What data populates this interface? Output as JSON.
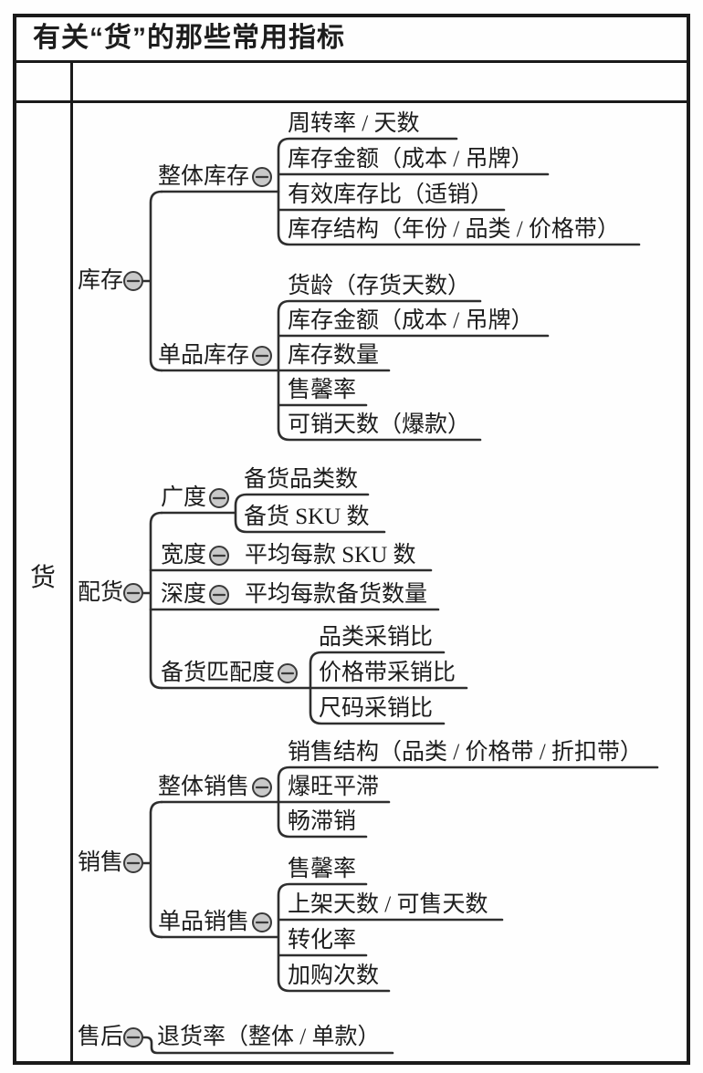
{
  "header": {
    "title": "有关“货”的那些常用指标"
  },
  "root_label": "货",
  "icon": {
    "collapse_glyph": "⊖"
  },
  "colors": {
    "frame": "#1a1a1a",
    "line": "#2e2e2e",
    "text": "#1c1c1c",
    "icon_fill": "#c9c9c9",
    "background": "#ffffff"
  },
  "branches": [
    {
      "label": "库存",
      "groups": [
        {
          "label": "整体库存",
          "items": [
            "周转率 / 天数",
            "库存金额（成本 / 吊牌）",
            "有效库存比（适销）",
            "库存结构（年份 / 品类 / 价格带）"
          ]
        },
        {
          "label": "单品库存",
          "items": [
            "货龄（存货天数）",
            "库存金额（成本 / 吊牌）",
            "库存数量",
            "售馨率",
            "可销天数（爆款）"
          ]
        }
      ]
    },
    {
      "label": "配货",
      "groups": [
        {
          "label": "广度",
          "items": [
            "备货品类数",
            "备货 SKU 数"
          ]
        },
        {
          "label": "宽度",
          "items": [
            "平均每款 SKU 数"
          ]
        },
        {
          "label": "深度",
          "items": [
            "平均每款备货数量"
          ]
        },
        {
          "label": "备货匹配度",
          "items": [
            "品类采销比",
            "价格带采销比",
            "尺码采销比"
          ]
        }
      ]
    },
    {
      "label": "销售",
      "groups": [
        {
          "label": "整体销售",
          "items": [
            "销售结构（品类 / 价格带 / 折扣带）",
            "爆旺平滞",
            "畅滞销"
          ]
        },
        {
          "label": "单品销售",
          "items": [
            "售馨率",
            "上架天数 / 可售天数",
            "转化率",
            "加购次数"
          ]
        }
      ]
    },
    {
      "label": "售后",
      "items": [
        "退货率（整体 / 单款）"
      ]
    }
  ]
}
